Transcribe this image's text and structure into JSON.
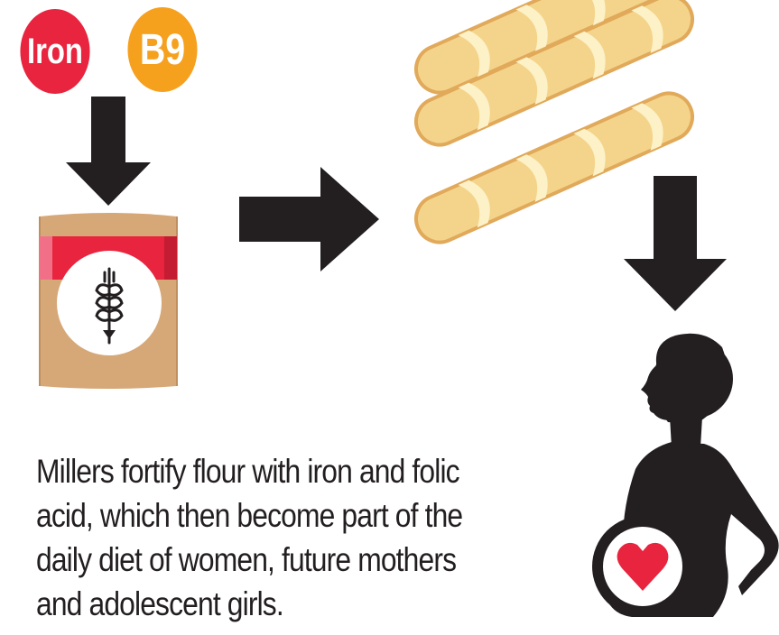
{
  "nutrients": [
    {
      "label": "Iron",
      "color": "#e8243e"
    },
    {
      "label": "B9",
      "color": "#f6a11e"
    }
  ],
  "caption": {
    "line1": "Millers fortify flour with iron and folic",
    "line2": "acid, which then become part of the",
    "line3": "daily diet of women, future mothers",
    "line4": "and adolescent girls."
  },
  "colors": {
    "arrow": "#231f20",
    "sack": "#d6a878",
    "sack_band": "#e8243e",
    "bread": "#f4d48b",
    "bread_outline": "#e1a95a",
    "bread_slash": "#fdf1c7",
    "silhouette": "#231f20",
    "heart": "#e8243e",
    "text": "#231f20"
  },
  "icons": [
    "wheat-icon",
    "heart-icon",
    "flour-sack-icon",
    "baguette-icon",
    "pregnant-woman-icon",
    "arrow-down-icon",
    "arrow-right-icon"
  ]
}
